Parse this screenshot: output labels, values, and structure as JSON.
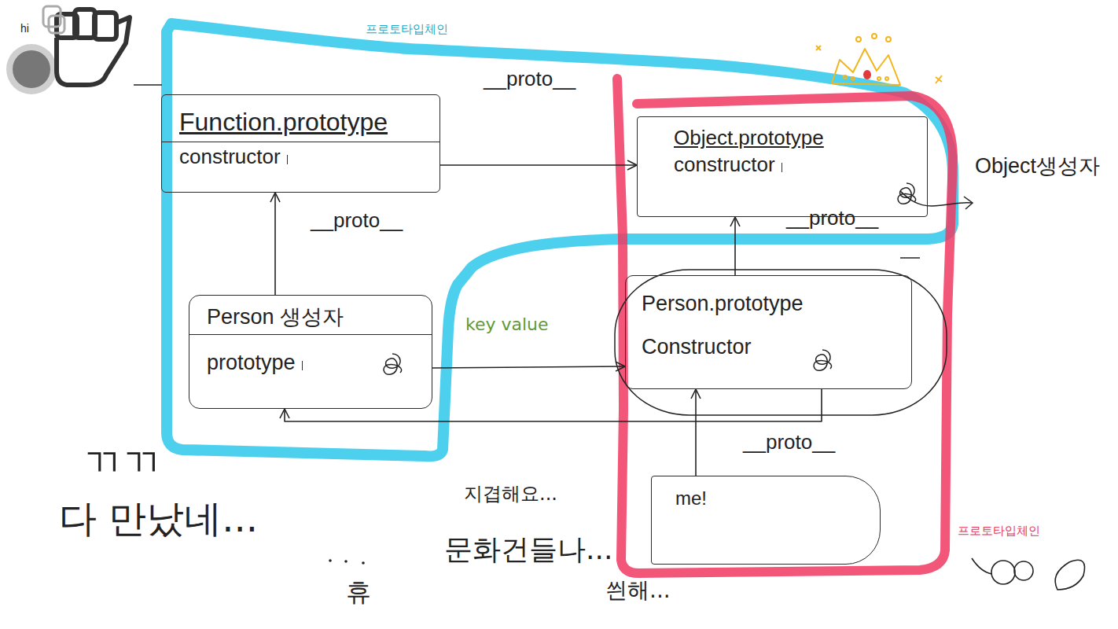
{
  "diagram": {
    "nodes": [
      {
        "text": [
          "Function.prototype",
          "constructor"
        ]
      },
      {
        "text": [
          "Object.prototype",
          "constructor"
        ]
      },
      {
        "text": [
          "Person 생성자",
          "prototype"
        ]
      },
      {
        "text": [
          "Person.prototype",
          "Constructor"
        ]
      },
      {
        "text": [
          "me!"
        ]
      }
    ],
    "edges": [
      {
        "from": 0,
        "to": 1,
        "arrow": "to",
        "label": "__proto__"
      },
      {
        "from": 2,
        "to": 0,
        "arrow": "to",
        "label": "__proto__"
      },
      {
        "from": 2,
        "to": 3,
        "arrow": "to",
        "label": "key value"
      },
      {
        "from": 3,
        "to": 2,
        "arrow": "to"
      },
      {
        "from": 3,
        "to": 1,
        "arrow": "to",
        "label": "__proto__"
      },
      {
        "from": 4,
        "to": 3,
        "arrow": "to",
        "label": "__proto__"
      }
    ],
    "labels": [
      "hi",
      "프로토타입체인",
      "Object생성자",
      "프로토타입체인",
      "ㄲㄲ",
      "다 만났네...",
      "휴",
      "지겹해요...",
      "문화건들나...",
      "씐해..."
    ]
  }
}
